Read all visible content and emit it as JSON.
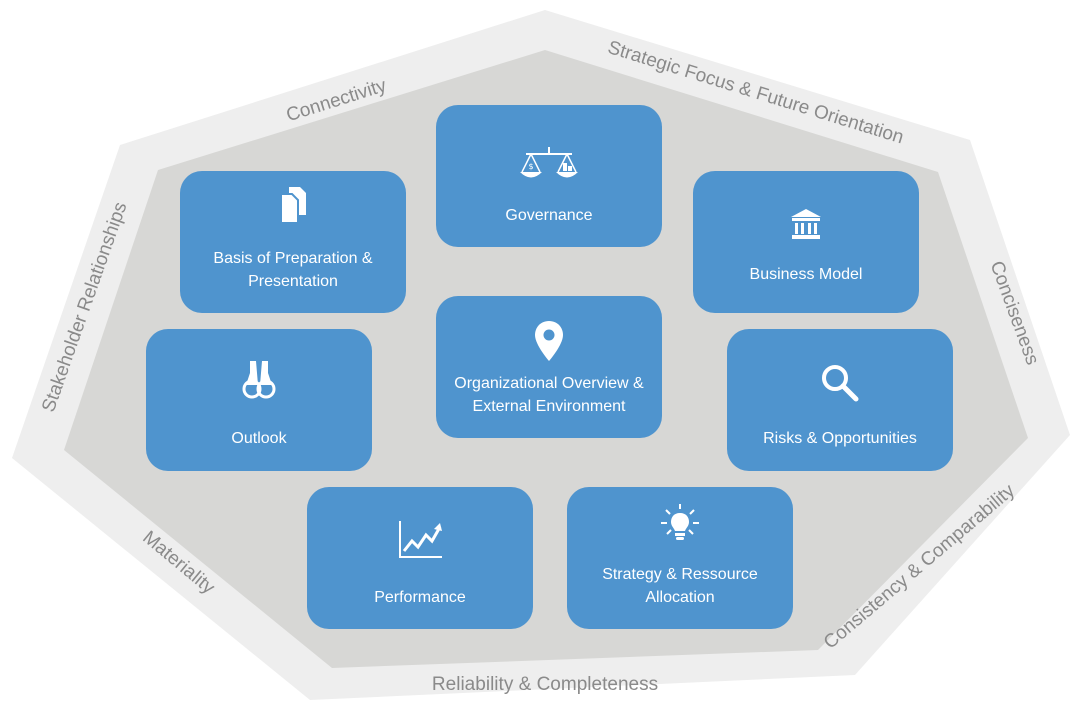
{
  "diagram": {
    "principles": {
      "connectivity": "Connectivity",
      "strategic_focus": "Strategic Focus & Future Orientation",
      "conciseness": "Conciseness",
      "consistency": "Consistency & Comparability",
      "reliability": "Reliability & Completeness",
      "materiality": "Materiality",
      "stakeholder": "Stakeholder Relationships"
    },
    "elements": {
      "governance": "Governance",
      "basis": "Basis of Preparation & Presentation",
      "business_model": "Business Model",
      "outlook": "Outlook",
      "org_overview": "Organizational Overview & External Environment",
      "risks": "Risks & Opportunities",
      "performance": "Performance",
      "strategy": "Strategy & Ressource Allocation"
    },
    "icons": {
      "governance": "scales-icon",
      "basis": "documents-icon",
      "business_model": "bank-icon",
      "outlook": "binoculars-icon",
      "org_overview": "map-pin-icon",
      "risks": "magnifier-icon",
      "performance": "line-chart-icon",
      "strategy": "lightbulb-icon"
    },
    "colors": {
      "tile": "#4f94ce",
      "outer_band": "#eeeeee",
      "inner_field": "#d7d7d5",
      "edge_text": "#8a8a8a"
    }
  }
}
